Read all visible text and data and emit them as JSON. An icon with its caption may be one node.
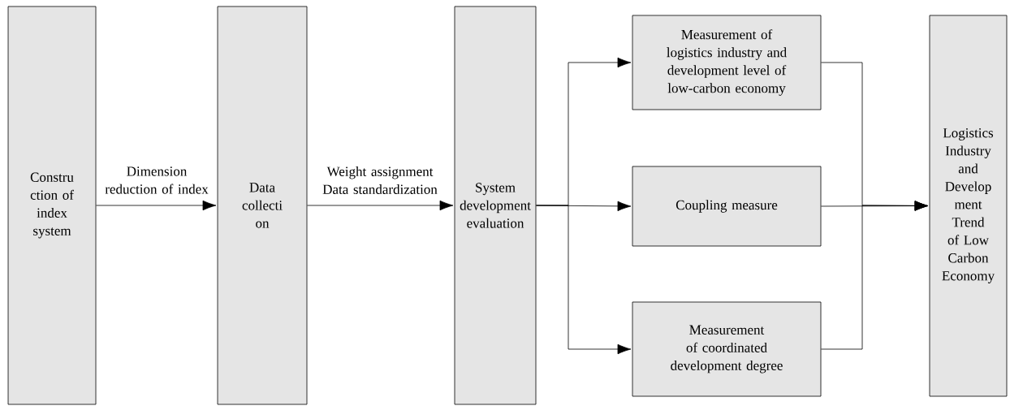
{
  "diagram": {
    "nodes": [
      {
        "text": [
          "Constru ction of index system"
        ]
      },
      {
        "text": [
          "Data collecti on"
        ]
      },
      {
        "text": [
          "System development evaluation"
        ]
      },
      {
        "text": [
          "Measurement of logistics industry and development level of low-carbon economy"
        ]
      },
      {
        "text": [
          "Coupling measure"
        ]
      },
      {
        "text": [
          "Measurement of coordinated development degree"
        ]
      },
      {
        "text": [
          "Logistics Industry and Develop ment Trend of Low Carbon Economy"
        ]
      }
    ],
    "edges": [
      {
        "from": 0,
        "to": 1,
        "arrow": "to",
        "label": "Dimension reduction of index"
      },
      {
        "from": 1,
        "to": 2,
        "arrow": "to",
        "label": "Weight assignment Data standardization"
      },
      {
        "from": 2,
        "to": 3,
        "arrow": "to"
      },
      {
        "from": 2,
        "to": 4,
        "arrow": "to"
      },
      {
        "from": 2,
        "to": 5,
        "arrow": "to"
      },
      {
        "from": 3,
        "to": 6,
        "arrow": "to"
      },
      {
        "from": 4,
        "to": 6,
        "arrow": "to"
      },
      {
        "from": 5,
        "to": 6,
        "arrow": "to"
      }
    ]
  }
}
